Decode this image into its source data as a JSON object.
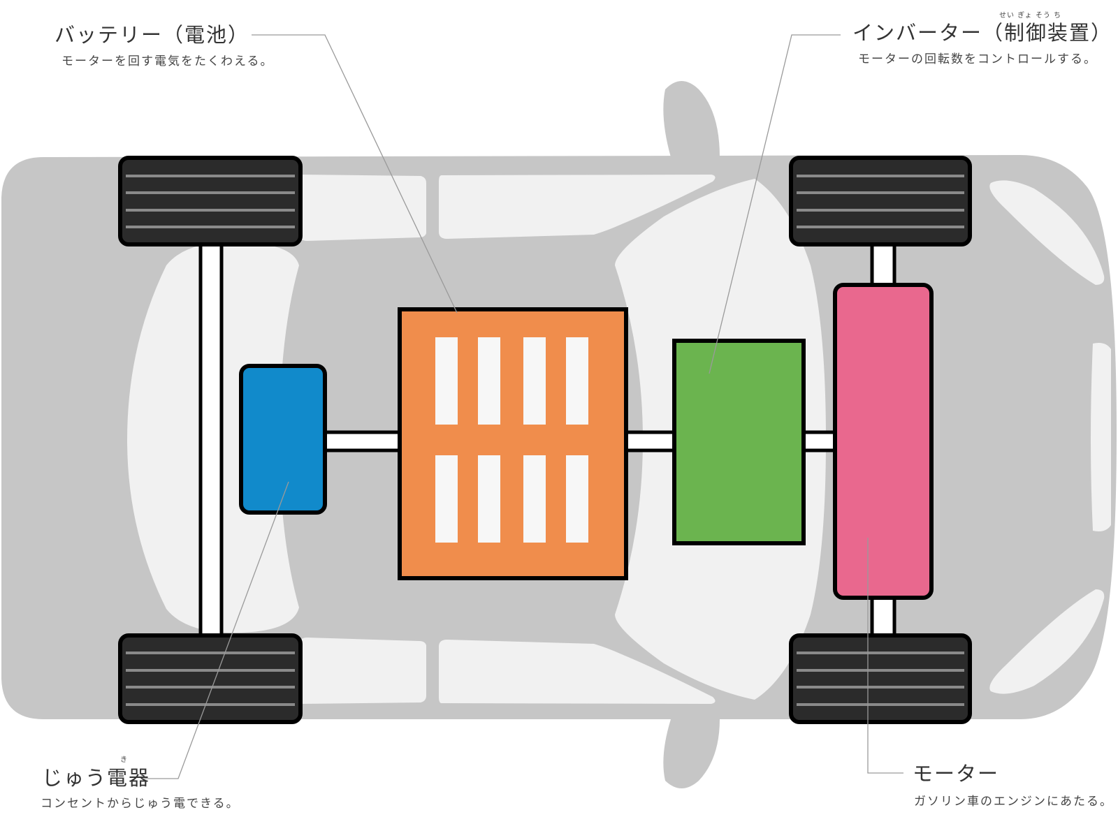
{
  "labels": {
    "battery": {
      "title": "バッテリー（電池）",
      "desc": "モーターを回す電気をたくわえる。"
    },
    "inverter": {
      "title": "インバーター（制御装置）",
      "ruby": "せい ぎょ そう ち",
      "desc": "モーターの回転数をコントロールする。"
    },
    "charger": {
      "title": "じゅう電器",
      "ruby": "き",
      "desc": "コンセントからじゅう電できる。"
    },
    "motor": {
      "title": "モーター",
      "desc": "ガソリン車のエンジンにあたる。"
    }
  },
  "colors": {
    "car_body": "#c6c6c6",
    "car_glass": "#f1f1f1",
    "tire": "#2b2b2b",
    "charger": "#118acb",
    "battery": "#f08d4c",
    "inverter": "#6bb44f",
    "motor": "#e9688e",
    "leader_line": "#9a9a9a"
  }
}
